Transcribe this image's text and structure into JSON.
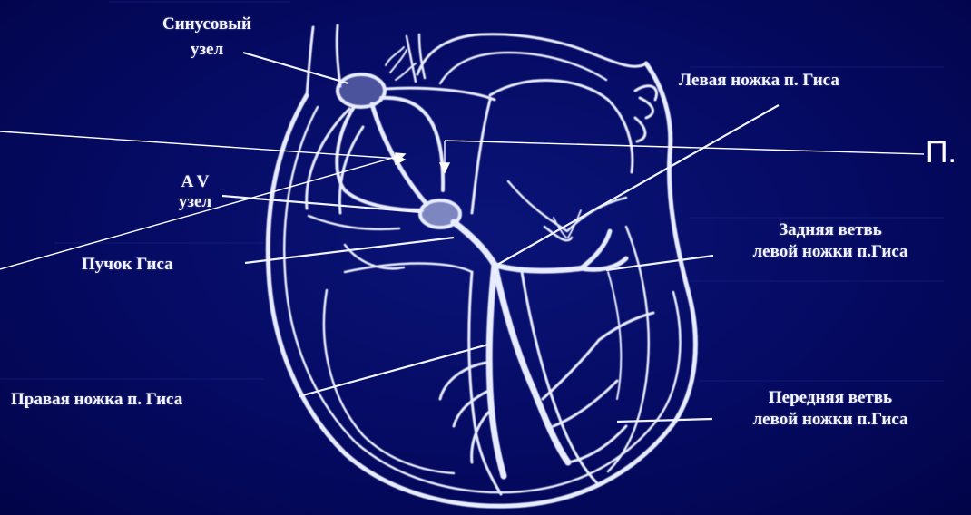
{
  "labels": {
    "sinus_node_line1": "Синусовый",
    "sinus_node_line2": "узел",
    "left_bundle_branch": "Левая ножка п. Гиса",
    "av_node_line1": "A V",
    "av_node_line2": "узел",
    "posterior_branch_line1": "Задняя ветвь",
    "posterior_branch_line2": "левой ножки п.Гиса",
    "bundle_of_his": "Пучок Гиса",
    "right_bundle_branch": "Правая ножка п. Гиса",
    "anterior_branch_line1": "Передняя ветвь",
    "anterior_branch_line2": "левой ножки п.Гиса"
  },
  "overlay_text": "П.",
  "colors": {
    "background": "#03065a",
    "drawing": "#e8ecff",
    "label_text": "#f2f4ff",
    "pointer_line": "#ffffff"
  }
}
